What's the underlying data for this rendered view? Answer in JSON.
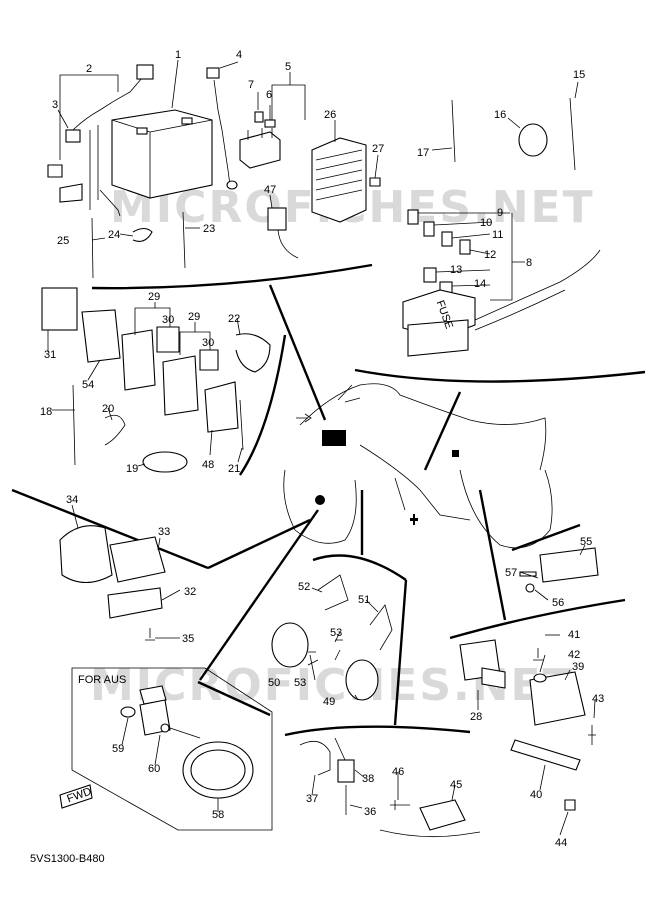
{
  "watermarks": [
    "MICROFICHES.NET",
    "MICROFICHES.NET"
  ],
  "inset_label": "FOR AUS",
  "fuse_label": "FUSE",
  "fwd_label": "FWD",
  "diagram_code": "5VS1300-B480",
  "callouts": [
    "1",
    "2",
    "3",
    "4",
    "5",
    "6",
    "7",
    "8",
    "9",
    "10",
    "11",
    "12",
    "13",
    "14",
    "15",
    "16",
    "17",
    "18",
    "19",
    "20",
    "21",
    "22",
    "23",
    "24",
    "25",
    "26",
    "27",
    "28",
    "29",
    "29",
    "30",
    "30",
    "31",
    "32",
    "33",
    "34",
    "35",
    "36",
    "37",
    "38",
    "39",
    "40",
    "41",
    "42",
    "43",
    "44",
    "45",
    "46",
    "47",
    "48",
    "49",
    "50",
    "51",
    "52",
    "53",
    "53",
    "54",
    "55",
    "56",
    "57",
    "58",
    "59",
    "60"
  ]
}
